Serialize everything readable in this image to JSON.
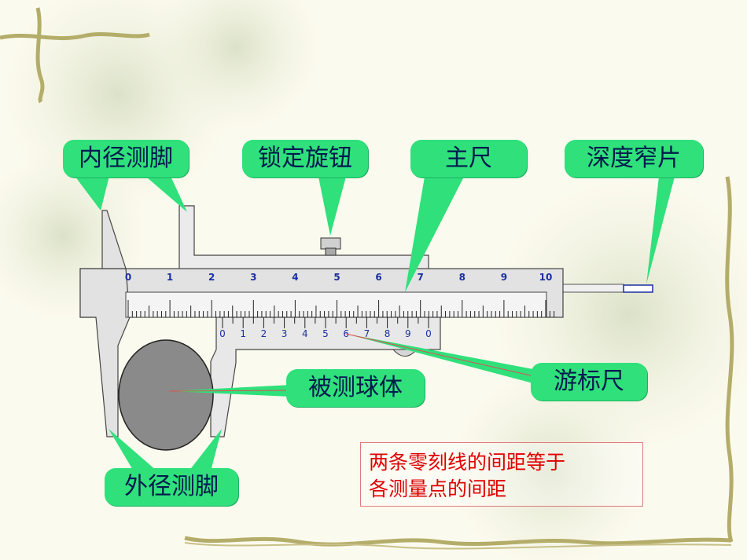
{
  "callouts": {
    "inner_jaw": "内径测脚",
    "lock_knob": "锁定旋钮",
    "main_scale": "主尺",
    "depth_rod": "深度窄片",
    "measured_ball": "被测球体",
    "vernier": "游标尺",
    "outer_jaw": "外径测脚"
  },
  "main_scale_numbers": [
    "0",
    "1",
    "2",
    "3",
    "4",
    "5",
    "6",
    "7",
    "8",
    "9",
    "10"
  ],
  "vernier_numbers": [
    "0",
    "1",
    "2",
    "3",
    "4",
    "5",
    "6",
    "7",
    "8",
    "9",
    "0"
  ],
  "note": {
    "line1": "两条零刻线的间距等于",
    "line2": "各测量点的间距"
  },
  "colors": {
    "callout_fill": "#2fe07b",
    "callout_text": "#001a4d",
    "scale_numbers": "#1a2fa0",
    "note_text": "#e00000",
    "ball": "#888888",
    "body_metal": "#e2e2e2"
  }
}
